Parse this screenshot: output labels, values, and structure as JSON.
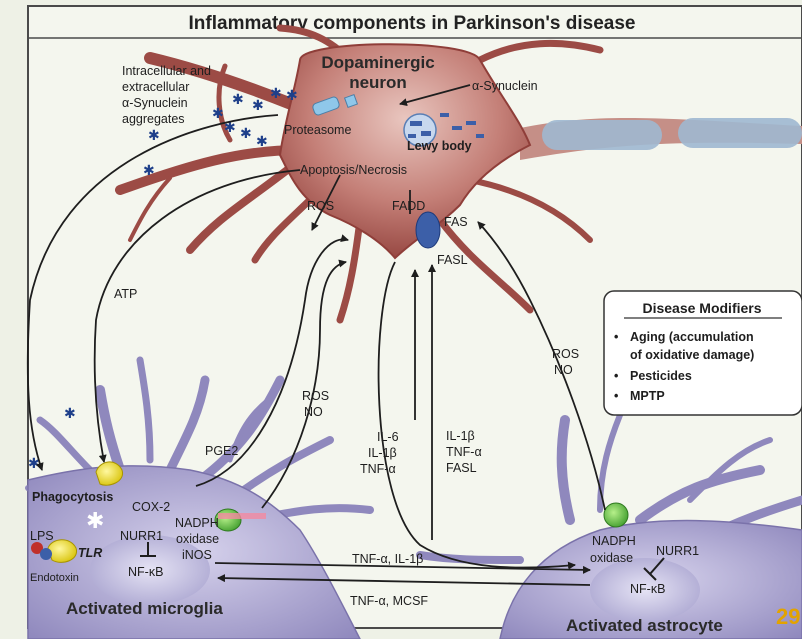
{
  "title": "Inflammatory components in Parkinson's disease",
  "neuron": {
    "name_line1": "Dopaminergic",
    "name_line2": "neuron",
    "proteasome": "Proteasome",
    "synuclein": "α-Synuclein",
    "lewy_body": "Lewy body",
    "apoptosis": "Apoptosis/Necrosis",
    "ros": "ROS",
    "fadd": "FADD",
    "fas": "FAS",
    "fasl": "FASL"
  },
  "aggregates": [
    "Intracellular and",
    "extracellular",
    "α-Synuclein",
    "aggregates"
  ],
  "atp": "ATP",
  "pge2": "PGE2",
  "ros_no_left": [
    "ROS",
    "NO"
  ],
  "ros_no_right": [
    "ROS",
    "NO"
  ],
  "cytokines_up": [
    "IL-6",
    "IL-1β",
    "TNF-α"
  ],
  "cytokines_right": [
    "IL-1β",
    "TNF-α",
    "FASL"
  ],
  "microglia": {
    "label": "Activated microglia",
    "phagocytosis": "Phagocytosis",
    "cox2": "COX-2",
    "nadph": [
      "NADPH",
      "oxidase"
    ],
    "inos": "iNOS",
    "nurr1": "NURR1",
    "nfkb": "NF-κB",
    "lps": "LPS",
    "tlr": "TLR",
    "endotoxin": "Endotoxin"
  },
  "astrocyte": {
    "label": "Activated astrocyte",
    "nadph": [
      "NADPH",
      "oxidase"
    ],
    "nurr1": "NURR1",
    "nfkb": "NF-κB"
  },
  "flow_right": "TNF-α, IL-1β",
  "flow_left": "TNF-α, MCSF",
  "modifiers": {
    "title": "Disease Modifiers",
    "items": [
      [
        "Aging (accumulation",
        "of oxidative damage)"
      ],
      [
        "Pesticides"
      ],
      [
        "MPTP"
      ]
    ]
  },
  "slide_number": "29",
  "colors": {
    "neuron": "#9c4b45",
    "glia": "#a39cc9",
    "frame": "#4a4a4a",
    "slide_number": "#e3a300"
  }
}
